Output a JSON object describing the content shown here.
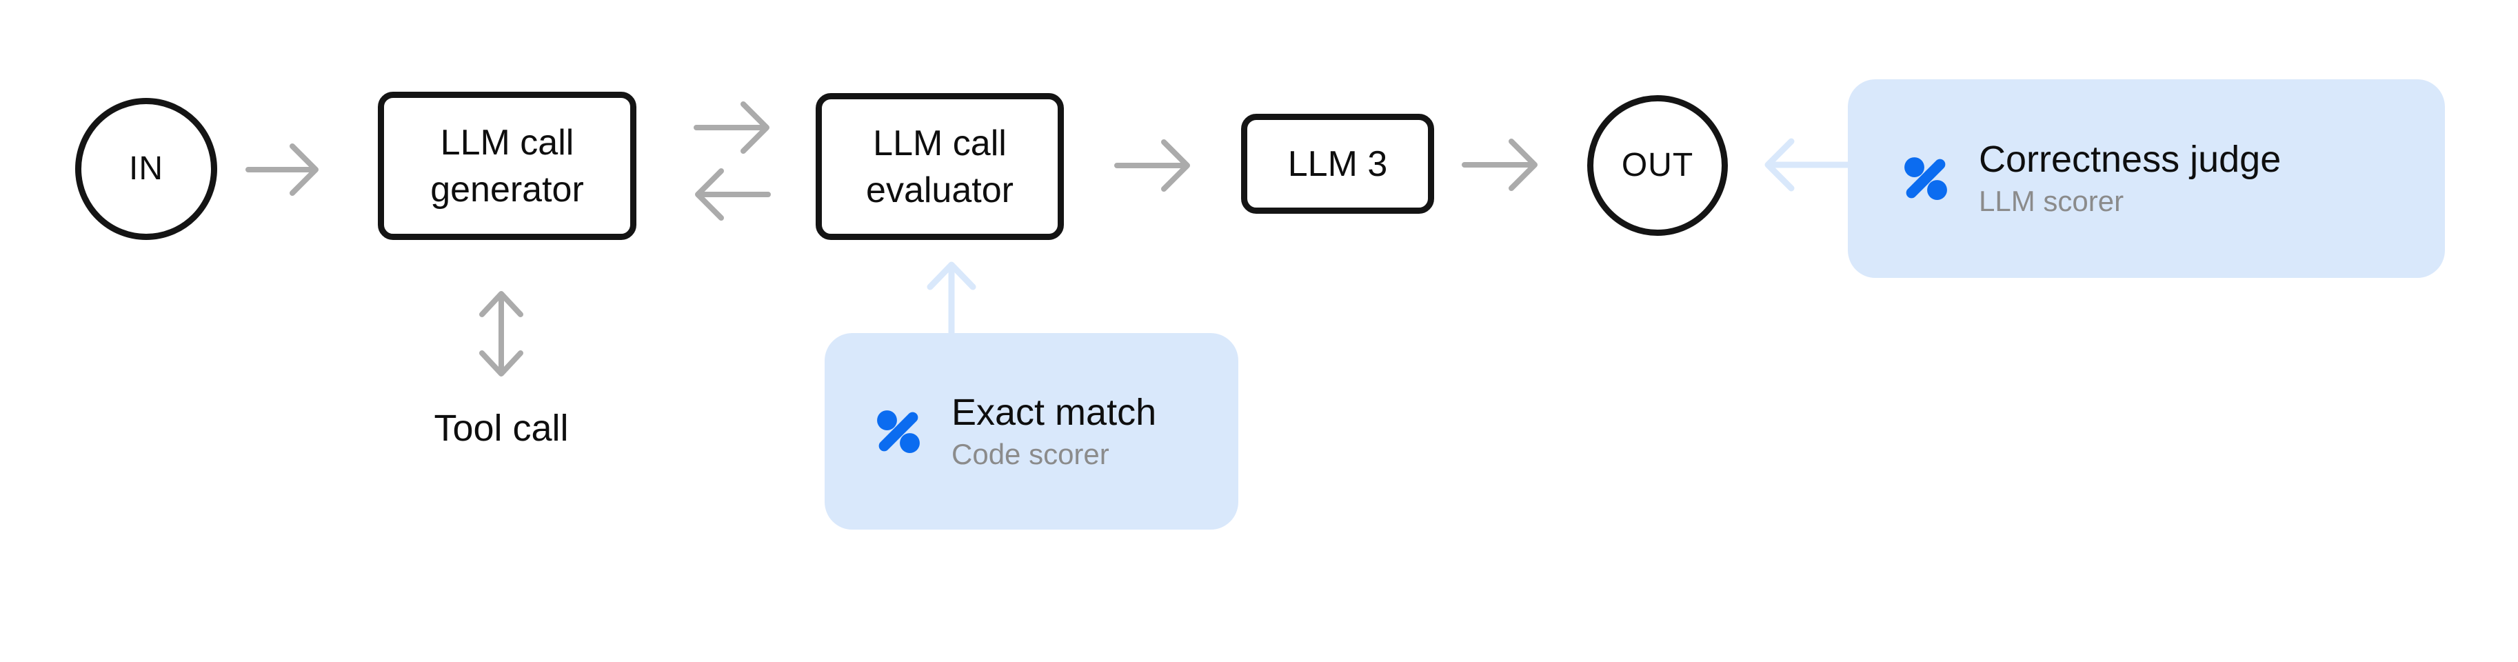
{
  "diagram": {
    "nodes": {
      "input": {
        "label": "IN"
      },
      "generator": {
        "label": "LLM call generator"
      },
      "evaluator": {
        "label": "LLM call evaluator"
      },
      "llm3": {
        "label": "LLM 3"
      },
      "output": {
        "label": "OUT"
      },
      "tool_call": {
        "label": "Tool call"
      }
    },
    "scorers": [
      {
        "title": "Exact match",
        "subtitle": "Code scorer",
        "icon": "percent-icon"
      },
      {
        "title": "Correctness judge",
        "subtitle": "LLM scorer",
        "icon": "percent-icon"
      }
    ]
  },
  "colors": {
    "canvas_bg": "#ffffff",
    "node_border": "#141414",
    "text_primary": "#0e0e0e",
    "arrow_gray": "#ababab",
    "accent_blue": "#0b6cf0",
    "card_bg": "#d9e8fb",
    "arrow_light_blue": "#d9e8fb",
    "subtitle_gray": "#8b8b8b"
  }
}
